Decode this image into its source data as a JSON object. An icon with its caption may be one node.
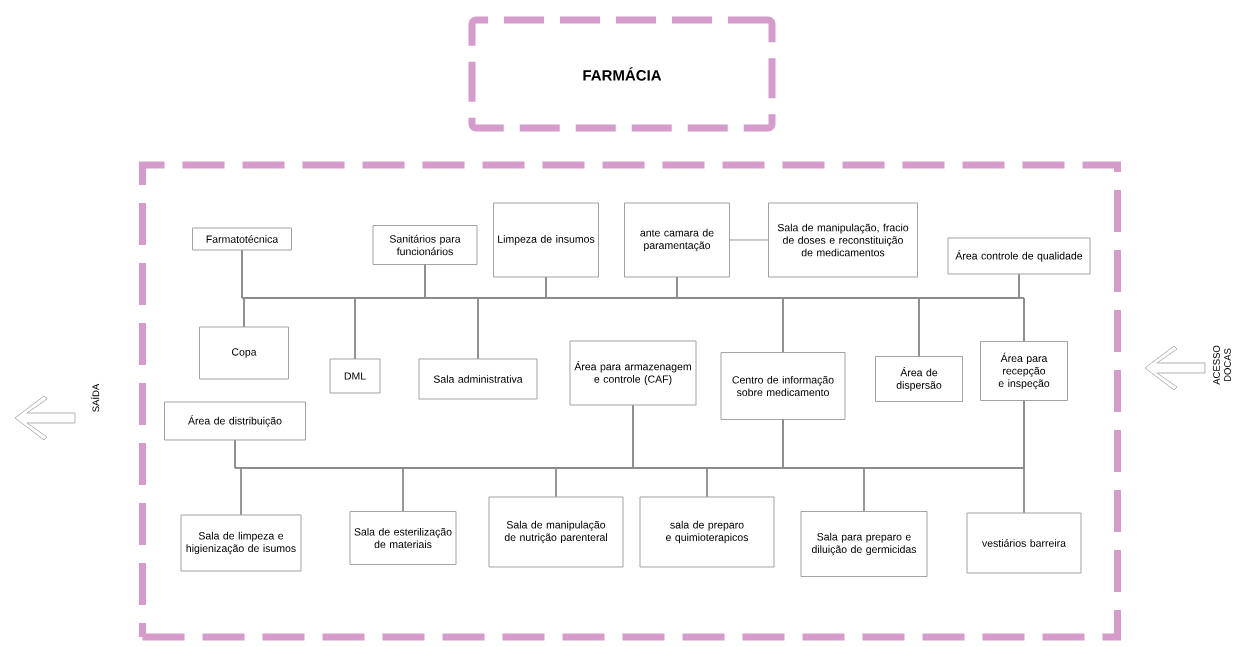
{
  "diagram": {
    "nodes": [
      {
        "text": [
          "FARMÁCIA"
        ]
      },
      {
        "text": [],
        "shape": "box"
      },
      {
        "text": [
          "Farmatotécnica"
        ],
        "in": 1
      },
      {
        "text": [
          "Sanitários para funcionários"
        ],
        "in": 1
      },
      {
        "text": [
          "Limpeza de insumos"
        ],
        "in": 1
      },
      {
        "text": [
          "ante camara de paramentação"
        ],
        "in": 1
      },
      {
        "text": [
          "Sala de manipulação, fracio de doses e reconstituição de medicamentos"
        ],
        "in": 1
      },
      {
        "text": [
          "Área controle de qualidade"
        ],
        "in": 1
      },
      {
        "text": [
          "Copa"
        ],
        "in": 1
      },
      {
        "text": [
          "DML"
        ],
        "in": 1
      },
      {
        "text": [
          "Sala administrativa"
        ],
        "in": 1
      },
      {
        "text": [
          "Área para armazenagem e controle (CAF)"
        ],
        "in": 1
      },
      {
        "text": [
          "Centro de informação sobre medicamento"
        ],
        "in": 1
      },
      {
        "text": [
          "Área de dispersão"
        ],
        "in": 1
      },
      {
        "text": [
          "Área para recepção e inspeção"
        ],
        "in": 1
      },
      {
        "text": [
          "Área de distribuição"
        ],
        "in": 1
      },
      {
        "text": [
          "Sala de limpeza e higienização de isumos"
        ],
        "in": 1
      },
      {
        "text": [
          "Sala de esterilização de materiais"
        ],
        "in": 1
      },
      {
        "text": [
          "Sala de manipulação de nutrição parenteral"
        ],
        "in": 1
      },
      {
        "text": [
          "sala de preparo e quimioterapicos"
        ],
        "in": 1
      },
      {
        "text": [
          "Sala para preparo e diluição de germicidas"
        ],
        "in": 1
      },
      {
        "text": [
          "vestiários barreira"
        ],
        "in": 1
      }
    ],
    "edges": [
      {
        "from": 5,
        "to": 6,
        "arrow": "none"
      },
      {
        "from": 2,
        "to": 8,
        "arrow": "none"
      },
      {
        "from": 2,
        "to": 9,
        "arrow": "none"
      },
      {
        "from": 2,
        "to": 10,
        "arrow": "none"
      },
      {
        "from": 2,
        "to": 12,
        "arrow": "none"
      },
      {
        "from": 2,
        "to": 13,
        "arrow": "none"
      },
      {
        "from": 2,
        "to": 14,
        "arrow": "none"
      },
      {
        "from": 3,
        "to": 8,
        "arrow": "none"
      },
      {
        "from": 3,
        "to": 9,
        "arrow": "none"
      },
      {
        "from": 3,
        "to": 10,
        "arrow": "none"
      },
      {
        "from": 3,
        "to": 12,
        "arrow": "none"
      },
      {
        "from": 3,
        "to": 13,
        "arrow": "none"
      },
      {
        "from": 3,
        "to": 14,
        "arrow": "none"
      },
      {
        "from": 4,
        "to": 8,
        "arrow": "none"
      },
      {
        "from": 4,
        "to": 9,
        "arrow": "none"
      },
      {
        "from": 4,
        "to": 10,
        "arrow": "none"
      },
      {
        "from": 4,
        "to": 12,
        "arrow": "none"
      },
      {
        "from": 4,
        "to": 13,
        "arrow": "none"
      },
      {
        "from": 4,
        "to": 14,
        "arrow": "none"
      },
      {
        "from": 5,
        "to": 8,
        "arrow": "none"
      },
      {
        "from": 5,
        "to": 9,
        "arrow": "none"
      },
      {
        "from": 5,
        "to": 10,
        "arrow": "none"
      },
      {
        "from": 5,
        "to": 12,
        "arrow": "none"
      },
      {
        "from": 5,
        "to": 13,
        "arrow": "none"
      },
      {
        "from": 5,
        "to": 14,
        "arrow": "none"
      },
      {
        "from": 7,
        "to": 8,
        "arrow": "none"
      },
      {
        "from": 7,
        "to": 9,
        "arrow": "none"
      },
      {
        "from": 7,
        "to": 10,
        "arrow": "none"
      },
      {
        "from": 7,
        "to": 12,
        "arrow": "none"
      },
      {
        "from": 7,
        "to": 13,
        "arrow": "none"
      },
      {
        "from": 7,
        "to": 14,
        "arrow": "none"
      },
      {
        "from": 15,
        "to": 16,
        "arrow": "none"
      },
      {
        "from": 15,
        "to": 17,
        "arrow": "none"
      },
      {
        "from": 15,
        "to": 18,
        "arrow": "none"
      },
      {
        "from": 15,
        "to": 19,
        "arrow": "none"
      },
      {
        "from": 15,
        "to": 20,
        "arrow": "none"
      },
      {
        "from": 15,
        "to": 21,
        "arrow": "none"
      },
      {
        "from": 11,
        "to": 16,
        "arrow": "none"
      },
      {
        "from": 11,
        "to": 17,
        "arrow": "none"
      },
      {
        "from": 11,
        "to": 18,
        "arrow": "none"
      },
      {
        "from": 11,
        "to": 19,
        "arrow": "none"
      },
      {
        "from": 11,
        "to": 20,
        "arrow": "none"
      },
      {
        "from": 11,
        "to": 21,
        "arrow": "none"
      },
      {
        "from": 12,
        "to": 16,
        "arrow": "none"
      },
      {
        "from": 12,
        "to": 17,
        "arrow": "none"
      },
      {
        "from": 12,
        "to": 18,
        "arrow": "none"
      },
      {
        "from": 12,
        "to": 19,
        "arrow": "none"
      },
      {
        "from": 12,
        "to": 20,
        "arrow": "none"
      },
      {
        "from": 12,
        "to": 21,
        "arrow": "none"
      },
      {
        "from": 14,
        "to": 16,
        "arrow": "none"
      },
      {
        "from": 14,
        "to": 17,
        "arrow": "none"
      },
      {
        "from": 14,
        "to": 18,
        "arrow": "none"
      },
      {
        "from": 14,
        "to": 19,
        "arrow": "none"
      },
      {
        "from": 14,
        "to": 20,
        "arrow": "none"
      },
      {
        "from": 14,
        "to": 21,
        "arrow": "none"
      }
    ],
    "labels": [
      "SAÍDA",
      "ACESSO DOCAS"
    ]
  }
}
